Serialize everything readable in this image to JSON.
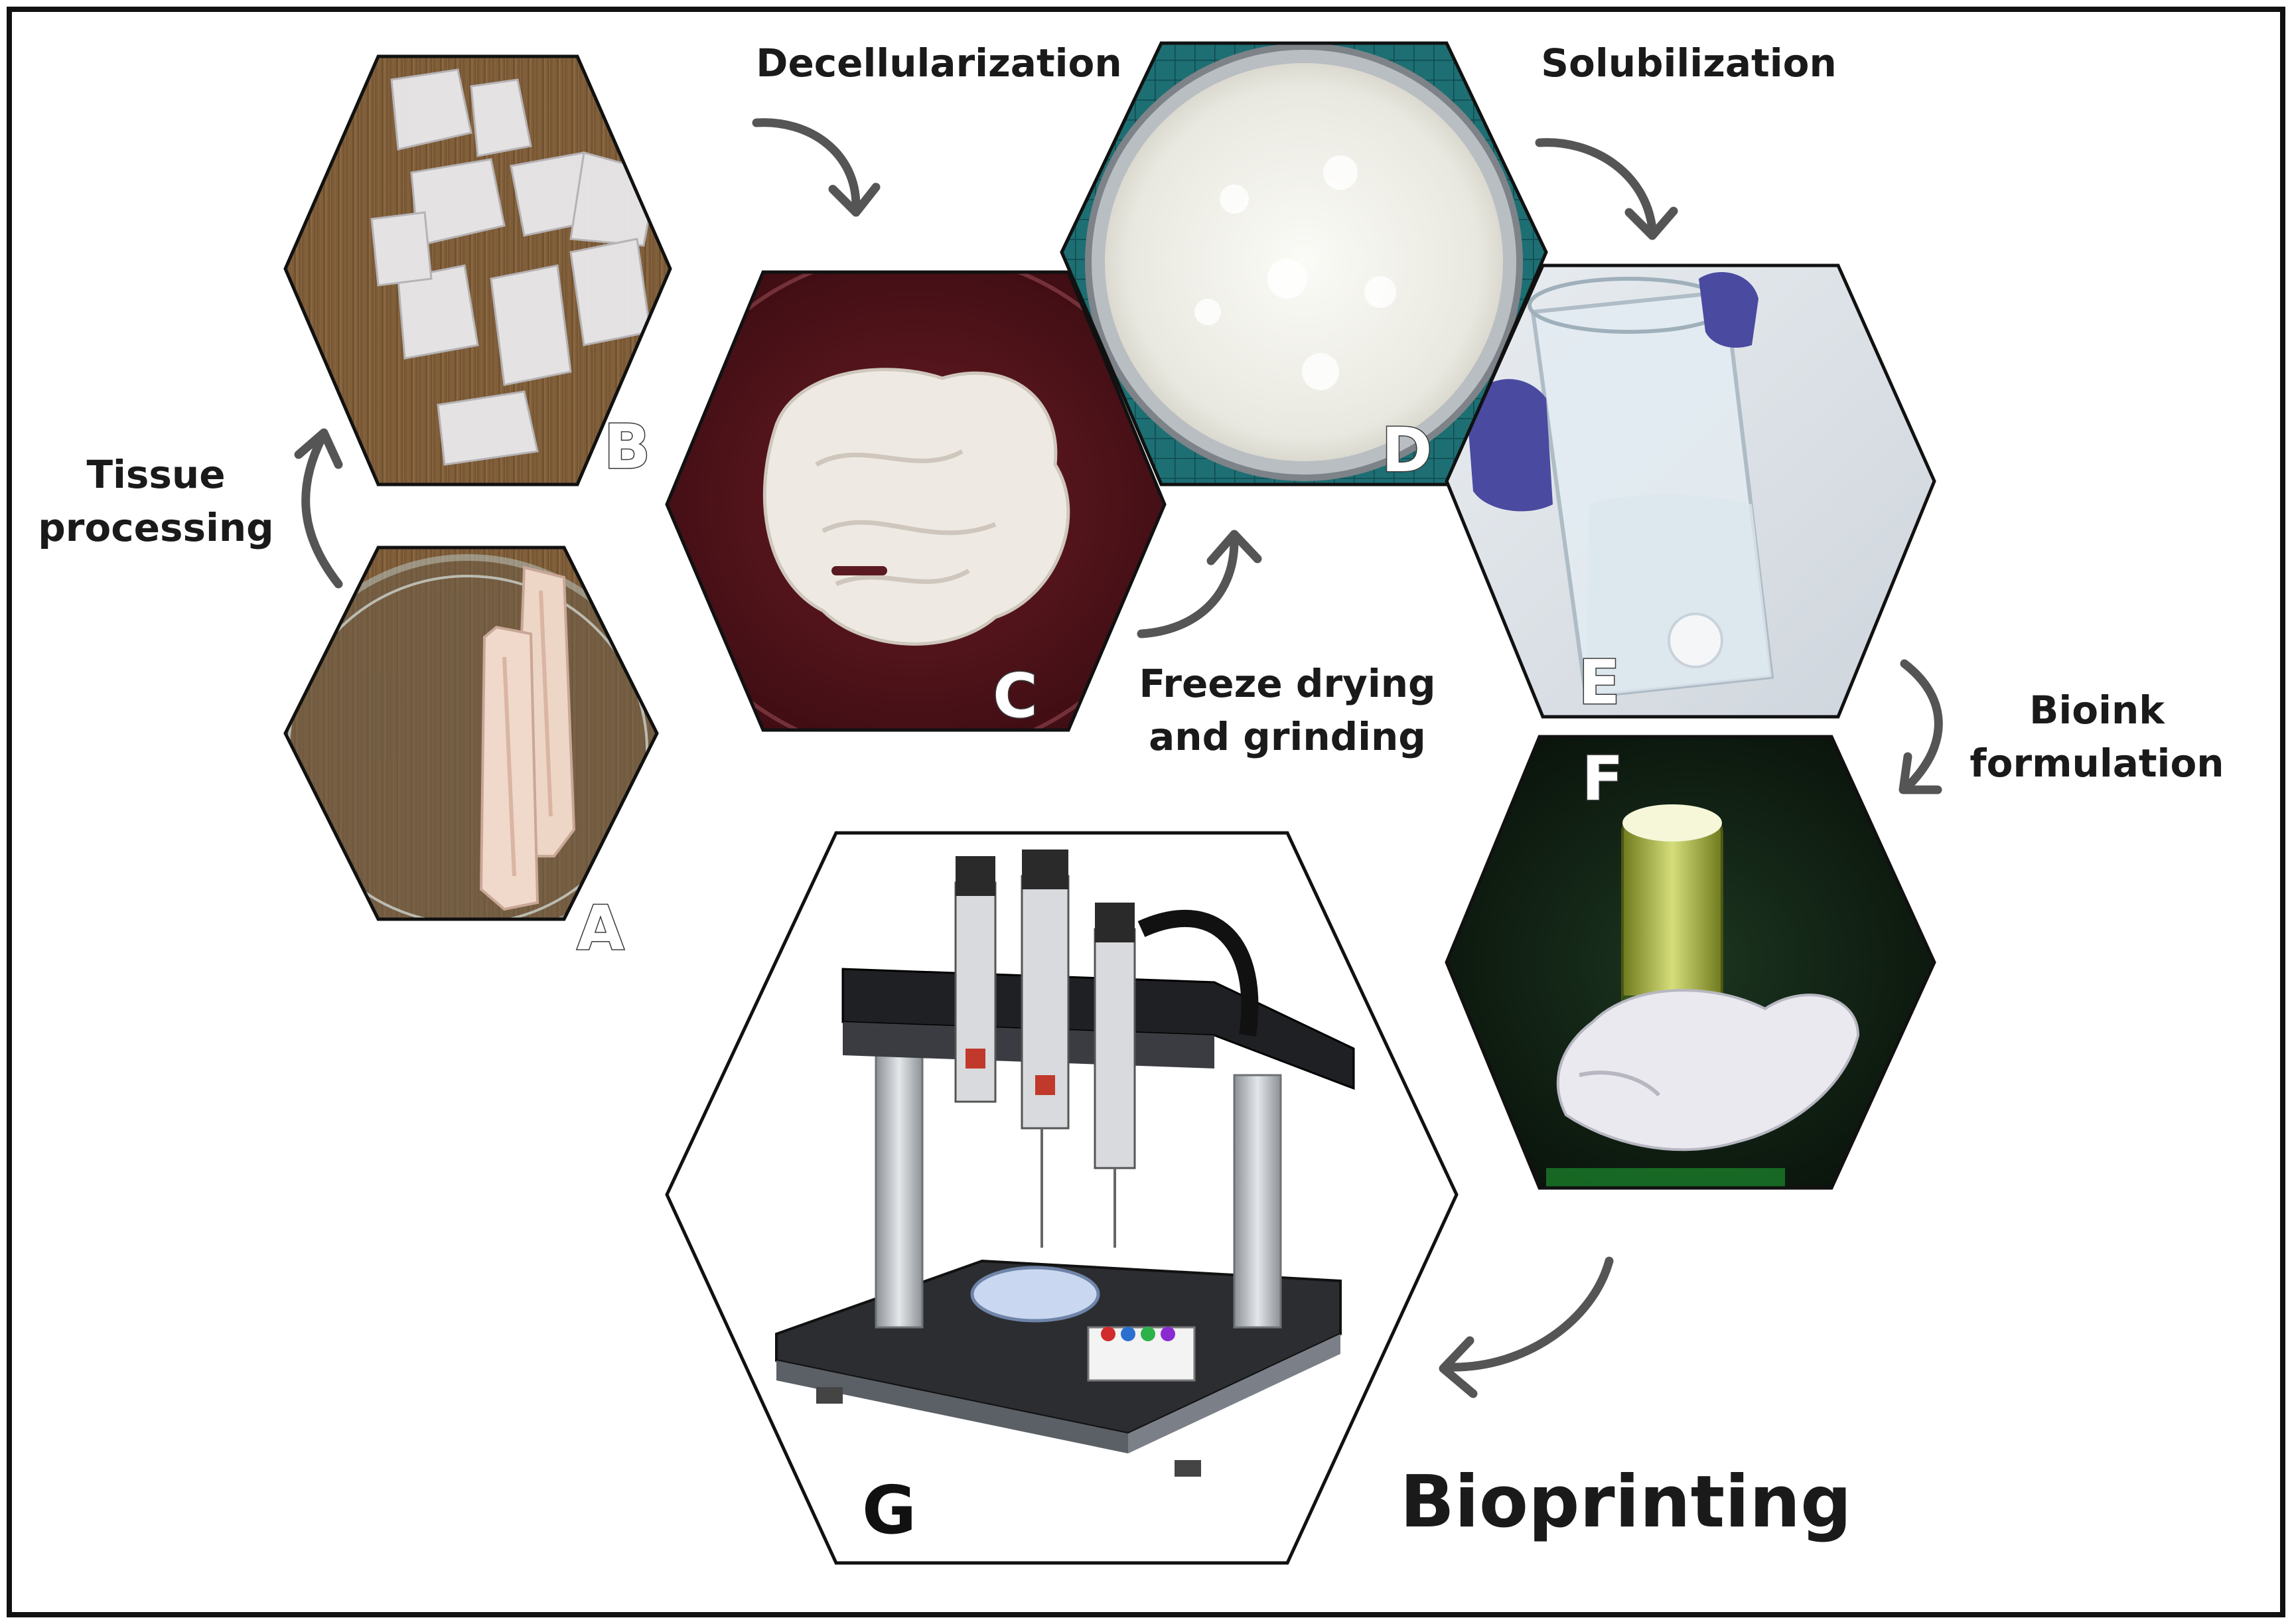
{
  "panels": {
    "a": {
      "letter": "A"
    },
    "b": {
      "letter": "B"
    },
    "c": {
      "letter": "C"
    },
    "d": {
      "letter": "D"
    },
    "e": {
      "letter": "E"
    },
    "f": {
      "letter": "F"
    },
    "g": {
      "letter": "G"
    }
  },
  "steps": {
    "tissue_processing": {
      "line1": "Tissue",
      "line2": "processing"
    },
    "decellularization": {
      "line1": "Decellularization"
    },
    "freeze_drying": {
      "line1": "Freeze drying",
      "line2": "and grinding"
    },
    "solubilization": {
      "line1": "Solubilization"
    },
    "bioink": {
      "line1": "Bioink",
      "line2": "formulation"
    },
    "bioprinting": {
      "line1": "Bioprinting"
    }
  }
}
